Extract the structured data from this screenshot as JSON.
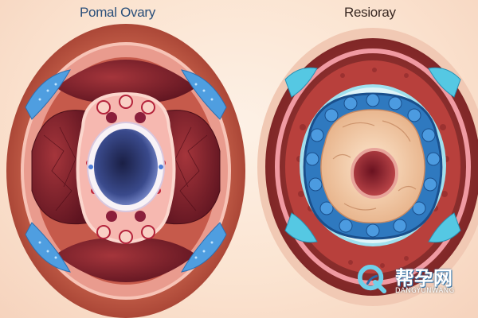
{
  "panels": {
    "left": {
      "title": "Pomal Ovary"
    },
    "right": {
      "title": "Resioray"
    }
  },
  "watermark": {
    "chinese": "帮孕网",
    "latin": "DANGYUNWANG"
  },
  "colors": {
    "outer_tissue": "#c25b46",
    "inner_tissue": "#7a1d25",
    "pink_layer": "#f2a8a2",
    "blue_accent": "#3d8fd0",
    "cyan_accent": "#5fd0e6",
    "cream": "#f4cfae",
    "dark_center": "#27305e"
  }
}
